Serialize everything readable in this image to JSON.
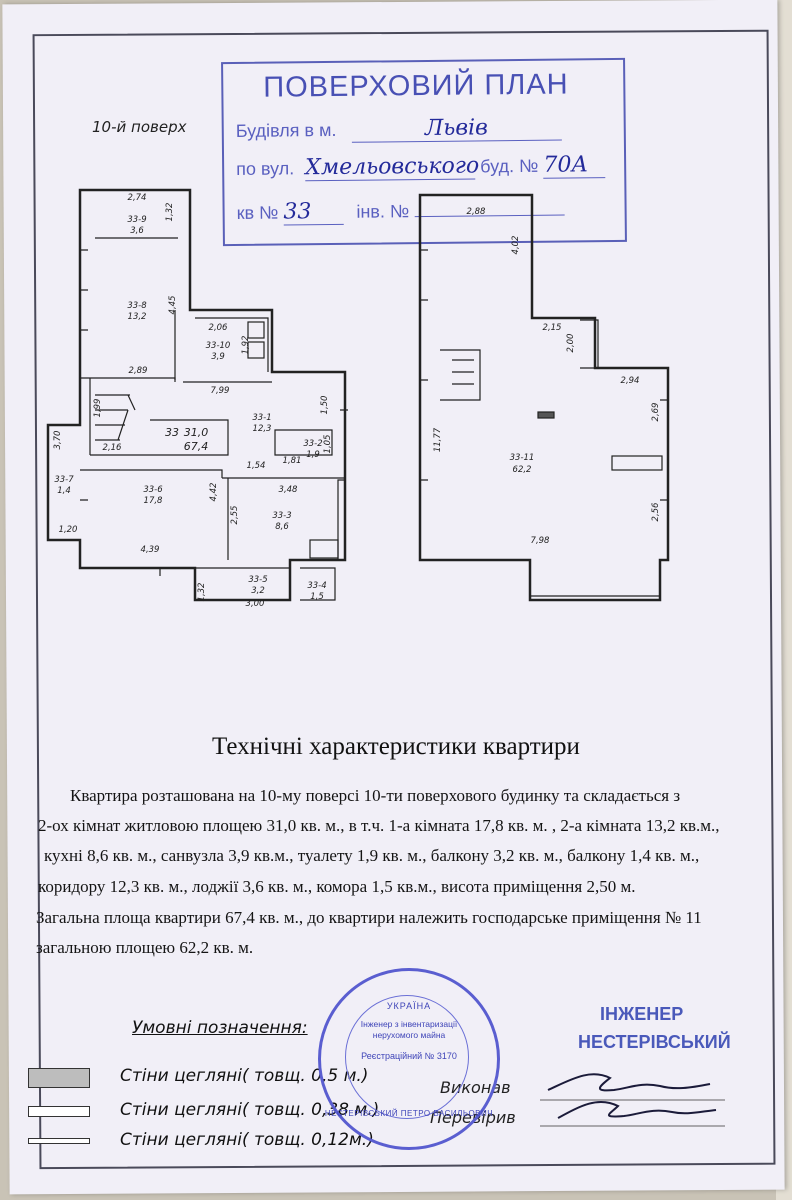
{
  "header": {
    "floor_label": "10-й поверх"
  },
  "bti_stamp": {
    "title": "ПОВЕРХОВИЙ ПЛАН",
    "city_prefix": "Будівля в м.",
    "city_value": "Львів",
    "street_prefix": "по вул.",
    "street_value": "Хмельовського",
    "building_label": "буд. №",
    "building_value": "70А",
    "apartment_label": "кв №",
    "apartment_value": "33",
    "inventory_label": "інв. №"
  },
  "plan_left": {
    "room_labels": [
      {
        "id": "33-9",
        "area": "3,6"
      },
      {
        "id": "33-8",
        "area": "13,2"
      },
      {
        "id": "33-10",
        "area": "3,9"
      },
      {
        "id": "33-1",
        "area": "12,3"
      },
      {
        "id": "33-2",
        "area": "1,9"
      },
      {
        "id": "33-6",
        "area": "17,8"
      },
      {
        "id": "33-3",
        "area": "8,6"
      },
      {
        "id": "33-7",
        "area": "1,4"
      },
      {
        "id": "33-5",
        "area": "3,2"
      },
      {
        "id": "33-4",
        "area": "1,5"
      }
    ],
    "summary": {
      "apartment": "33",
      "living_area": "31,0",
      "total_area": "67,4"
    },
    "dimensions": [
      "2,74",
      "1,32",
      "4,45",
      "2,06",
      "1,92",
      "2,89",
      "7,99",
      "1,50",
      "1,99",
      "2,16",
      "3,70",
      "1,81",
      "1,05",
      "1,54",
      "3,48",
      "4,42",
      "2,55",
      "1,20",
      "4,39",
      "1,32",
      "3,00"
    ]
  },
  "plan_right": {
    "room_label": {
      "id": "33-11",
      "area": "62,2"
    },
    "dimensions": [
      "2,88",
      "4,02",
      "2,15",
      "2,00",
      "2,94",
      "11,77",
      "2,69",
      "2,56",
      "7,98"
    ]
  },
  "characteristics": {
    "heading": "Технічні характеристики квартири",
    "lines": [
      "Квартира розташована на 10-му поверсі 10-ти поверхового будинку та складається з",
      "2-ох кімнат житловою площею 31,0 кв. м., в т.ч. 1-а кімната 17,8 кв. м. , 2-а кімната 13,2 кв.м.,",
      "кухні 8,6 кв. м., санвузла 3,9 кв.м., туалету 1,9 кв. м., балкону 3,2 кв. м., балкону 1,4 кв. м.,",
      "коридору 12,3 кв. м., лоджії 3,6 кв. м., комора 1,5 кв.м., висота приміщення 2,50 м.",
      "Загальна площа квартири 67,4 кв. м., до квартири належить  господарське приміщення № 11",
      "загальною площею 62,2 кв. м."
    ]
  },
  "legend": {
    "title": "Умовні позначення:",
    "items": [
      {
        "label": "Стіни цегляні( товщ. 0,5 м.)",
        "fill": "#bdbdbd"
      },
      {
        "label": "Стіни цегляні( товщ. 0,38 м.)",
        "fill": "#ffffff"
      },
      {
        "label": "Стіни цегляні( товщ. 0,12м.)",
        "fill": "#ffffff"
      }
    ]
  },
  "signatures": {
    "performed": "Виконав",
    "checked": "Перевірив"
  },
  "seal": {
    "country": "УКРАЇНА",
    "line1": "Інженер з інвентаризації нерухомого майна",
    "line2": "Реєстраційний № 3170",
    "name": "НЕСТЕРІВСЬКИЙ ПЕТРО ВАСИЛЬОВИЧ"
  },
  "engineer_stamp": {
    "line1": "ІНЖЕНЕР",
    "line2": "НЕСТЕРІВСЬКИЙ"
  },
  "colors": {
    "paper": "#f1eff7",
    "stamp_blue": "#4b52b0",
    "ink": "#111111"
  }
}
